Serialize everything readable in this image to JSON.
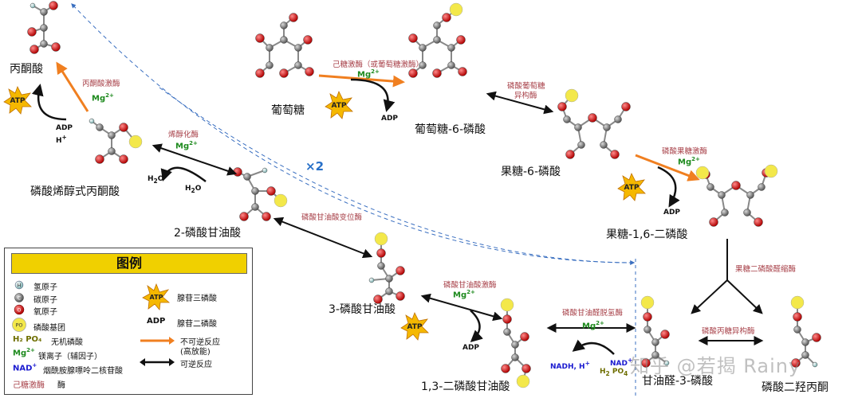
{
  "compounds": {
    "pyruvate": "丙酮酸",
    "pep": "磷酸烯醇式丙酮酸",
    "pg2": "2-磷酸甘油酸",
    "pg3": "3-磷酸甘油酸",
    "bpg13": "1,3-二磷酸甘油酸",
    "g3p": "甘油醛-3-磷酸",
    "dhap": "磷酸二羟丙酮",
    "glucose": "葡萄糖",
    "g6p": "葡萄糖-6-磷酸",
    "f6p": "果糖-6-磷酸",
    "f16bp": "果糖-1,6-二磷酸"
  },
  "enzymes": {
    "pyruvate_kinase": "丙酮酸激酶",
    "enolase": "烯醇化酶",
    "pg_mutase": "磷酸甘油酸变位酶",
    "pg_kinase": "磷酸甘油酸激酶",
    "gapdh": "磷酸甘油醛脱氢酶",
    "tpi": "磷酸丙糖异构酶",
    "aldolase": "果糖二磷酸醛缩酶",
    "hexokinase": "己糖激酶（或葡萄糖激酶）",
    "pgi_line1": "磷酸葡萄糖",
    "pgi_line2": "异构酶",
    "pfk": "磷酸果糖激酶"
  },
  "cofactors": {
    "mg": "Mg",
    "mg_charge": "2+",
    "atp": "ATP",
    "adp": "ADP",
    "adp_h": "ADP",
    "h_plus": "H",
    "h2o": "H",
    "nadh": "NADH, H",
    "nad": "NAD",
    "h2po4": "H",
    "po4": "PO",
    "times2": "×2"
  },
  "legend": {
    "title": "图例",
    "hydrogen": "氢原子",
    "carbon": "碳原子",
    "oxygen": "氧原子",
    "phosphate": "磷酸基团",
    "inorganic_phosphate": "无机磷酸",
    "mg_ion": "镁离子（辅因子）",
    "nad_label": "烟酰胺腺嘌呤二核苷酸",
    "enzyme_example": "己糖激酶",
    "enzyme_label": "酶",
    "atp_label": "腺苷三磷酸",
    "adp_label": "腺苷二磷酸",
    "irreversible": "不可逆反应",
    "irreversible2": "(高放能)",
    "reversible": "可逆反应",
    "h_sym": "H",
    "c_sym": "C",
    "o_sym": "O",
    "p_sym": "PO",
    "h2po4_sym": "H₂ PO₄",
    "mg_sym": "Mg",
    "nad_sym": "NAD",
    "atp_sym": "ATP",
    "adp_sym": "ADP"
  },
  "watermark": "知乎 @若揭 Rainy",
  "colors": {
    "irreversible_arrow": "#f07f20",
    "reversible_arrow": "#111111",
    "enzyme_text": "#a8424a",
    "mg_text": "#1d8a1d",
    "nad_text": "#1b1bd0",
    "legend_title_bg": "#f0d000",
    "atp_star": "#f5b800",
    "oxygen": "#d42020",
    "phosphate": "#f3e84a",
    "dashed_arrow": "#3a6fc0"
  }
}
